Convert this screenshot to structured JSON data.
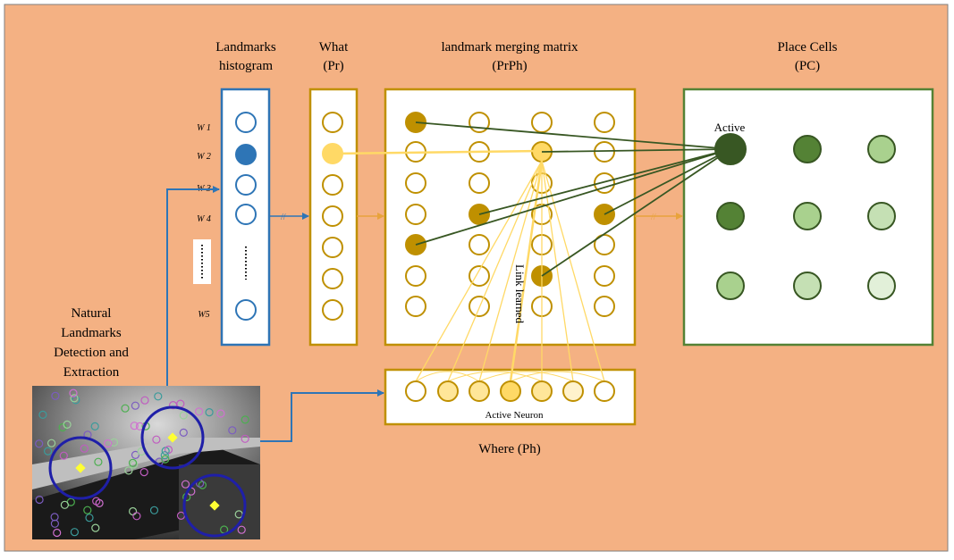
{
  "colors": {
    "background": "#F4B183",
    "frame": "#7F7F7F",
    "blue": "#2E75B6",
    "blue_box": "#2E74B5",
    "gold_box": "#BF9000",
    "gold_fill": "#BF9000",
    "pale_yellow": "#FFD966",
    "link_line": "#FFD966",
    "dark_green": "#385723",
    "green_box": "#548235",
    "place_cell_greens": [
      "#385723",
      "#548235",
      "#A9D18E",
      "#548235",
      "#A9D18E",
      "#C5E0B4",
      "#A9D18E",
      "#C5E0B4",
      "#E2F0D9"
    ]
  },
  "labels": {
    "landmarks_histogram": [
      "Landmarks",
      "histogram"
    ],
    "what": [
      "What",
      "(Pr)"
    ],
    "merging_matrix": [
      "landmark merging matrix",
      "(PrPh)"
    ],
    "place_cells": [
      "Place Cells",
      "(PC)"
    ],
    "detection": [
      "Natural",
      "Landmarks",
      "Detection and",
      "Extraction"
    ],
    "where": "Where (Ph)",
    "active_neuron": "Active Neuron",
    "active": "Active",
    "link_learned": "Link learned"
  },
  "histogram_rows": [
    "W 1",
    "W 2",
    "W 3",
    "W 4",
    "W5"
  ],
  "active_histogram_row": "W 2"
}
